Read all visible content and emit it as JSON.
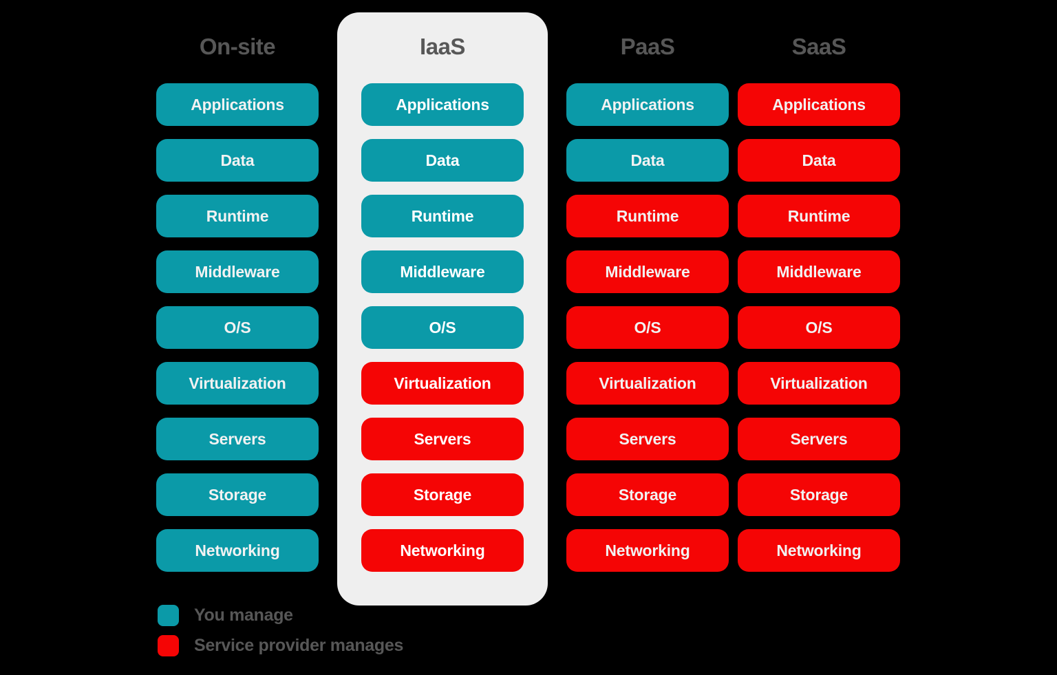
{
  "background_color": "#000000",
  "colors": {
    "you_manage": "#0b9aa8",
    "service_provider_manages": "#f50505",
    "header_text": "#575757",
    "row_text": "#f2f2f2",
    "highlight_card_background": "#efefef"
  },
  "chart_data": {
    "type": "table",
    "title": "",
    "categories": [
      "On-site",
      "IaaS",
      "PaaS",
      "SaaS"
    ],
    "rows": [
      "Applications",
      "Data",
      "Runtime",
      "Middleware",
      "O/S",
      "Virtualization",
      "Servers",
      "Storage",
      "Networking"
    ],
    "legend": [
      "You manage",
      "Service provider manages"
    ],
    "series": [
      {
        "name": "On-site",
        "values": [
          "you",
          "you",
          "you",
          "you",
          "you",
          "you",
          "you",
          "you",
          "you"
        ]
      },
      {
        "name": "IaaS",
        "values": [
          "you",
          "you",
          "you",
          "you",
          "you",
          "provider",
          "provider",
          "provider",
          "provider"
        ]
      },
      {
        "name": "PaaS",
        "values": [
          "you",
          "you",
          "provider",
          "provider",
          "provider",
          "provider",
          "provider",
          "provider",
          "provider"
        ]
      },
      {
        "name": "SaaS",
        "values": [
          "provider",
          "provider",
          "provider",
          "provider",
          "provider",
          "provider",
          "provider",
          "provider",
          "provider"
        ]
      }
    ]
  },
  "columns": [
    {
      "id": "on-site",
      "header": "On-site",
      "highlighted": false,
      "layers": [
        {
          "label": "Applications",
          "owner": "you"
        },
        {
          "label": "Data",
          "owner": "you"
        },
        {
          "label": "Runtime",
          "owner": "you"
        },
        {
          "label": "Middleware",
          "owner": "you"
        },
        {
          "label": "O/S",
          "owner": "you"
        },
        {
          "label": "Virtualization",
          "owner": "you"
        },
        {
          "label": "Servers",
          "owner": "you"
        },
        {
          "label": "Storage",
          "owner": "you"
        },
        {
          "label": "Networking",
          "owner": "you"
        }
      ]
    },
    {
      "id": "iaas",
      "header": "IaaS",
      "highlighted": true,
      "layers": [
        {
          "label": "Applications",
          "owner": "you"
        },
        {
          "label": "Data",
          "owner": "you"
        },
        {
          "label": "Runtime",
          "owner": "you"
        },
        {
          "label": "Middleware",
          "owner": "you"
        },
        {
          "label": "O/S",
          "owner": "you"
        },
        {
          "label": "Virtualization",
          "owner": "provider"
        },
        {
          "label": "Servers",
          "owner": "provider"
        },
        {
          "label": "Storage",
          "owner": "provider"
        },
        {
          "label": "Networking",
          "owner": "provider"
        }
      ]
    },
    {
      "id": "paas",
      "header": "PaaS",
      "highlighted": false,
      "layers": [
        {
          "label": "Applications",
          "owner": "you"
        },
        {
          "label": "Data",
          "owner": "you"
        },
        {
          "label": "Runtime",
          "owner": "provider"
        },
        {
          "label": "Middleware",
          "owner": "provider"
        },
        {
          "label": "O/S",
          "owner": "provider"
        },
        {
          "label": "Virtualization",
          "owner": "provider"
        },
        {
          "label": "Servers",
          "owner": "provider"
        },
        {
          "label": "Storage",
          "owner": "provider"
        },
        {
          "label": "Networking",
          "owner": "provider"
        }
      ]
    },
    {
      "id": "saas",
      "header": "SaaS",
      "highlighted": false,
      "layers": [
        {
          "label": "Applications",
          "owner": "provider"
        },
        {
          "label": "Data",
          "owner": "provider"
        },
        {
          "label": "Runtime",
          "owner": "provider"
        },
        {
          "label": "Middleware",
          "owner": "provider"
        },
        {
          "label": "O/S",
          "owner": "provider"
        },
        {
          "label": "Virtualization",
          "owner": "provider"
        },
        {
          "label": "Servers",
          "owner": "provider"
        },
        {
          "label": "Storage",
          "owner": "provider"
        },
        {
          "label": "Networking",
          "owner": "provider"
        }
      ]
    }
  ],
  "legend": {
    "items": [
      {
        "id": "you",
        "label": "You manage"
      },
      {
        "id": "provider",
        "label": "Service provider manages"
      }
    ]
  }
}
